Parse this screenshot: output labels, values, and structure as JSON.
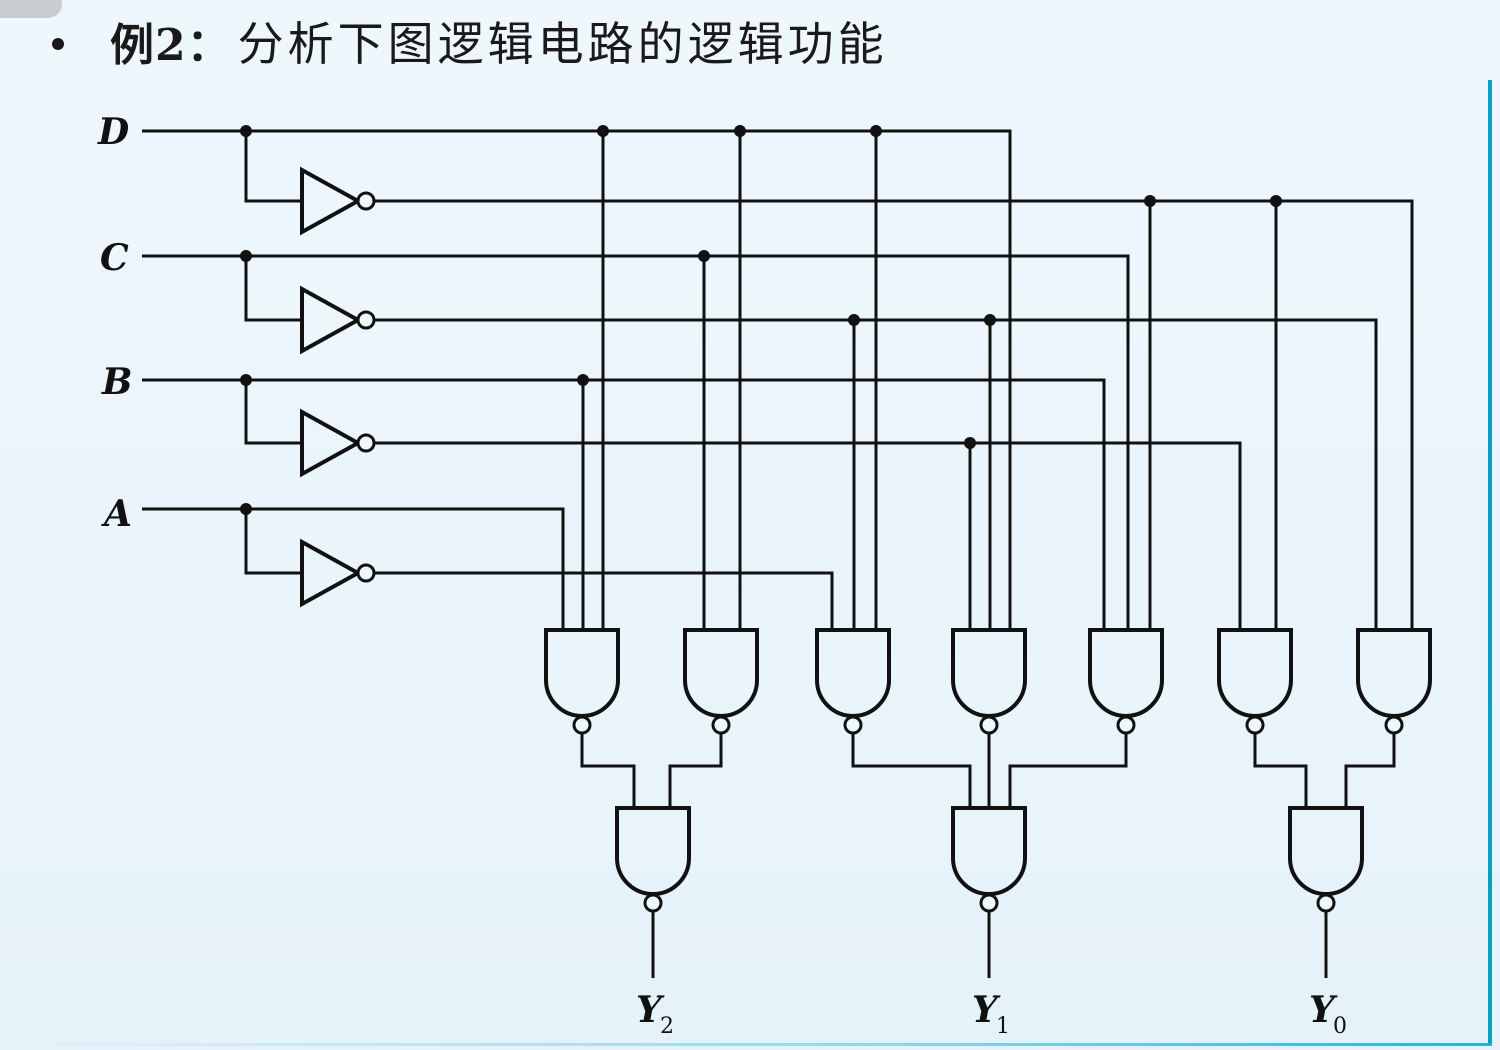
{
  "slide": {
    "title_prefix": "例2：",
    "title_text": "分析下图逻辑电路的逻辑功能"
  },
  "inputs": [
    {
      "name": "D"
    },
    {
      "name": "C"
    },
    {
      "name": "B"
    },
    {
      "name": "A"
    }
  ],
  "outputs": [
    {
      "name": "Y",
      "sub": "2"
    },
    {
      "name": "Y",
      "sub": "1"
    },
    {
      "name": "Y",
      "sub": "0"
    }
  ],
  "gates": {
    "inverters": 4,
    "first_level_nand": 7,
    "output_nand": 3
  }
}
